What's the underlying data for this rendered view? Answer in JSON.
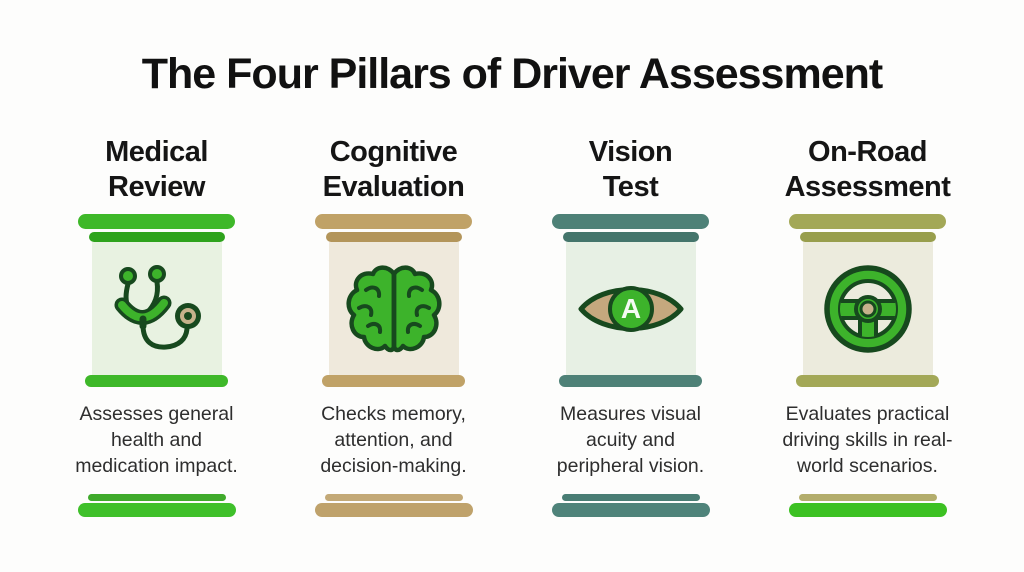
{
  "title": "The Four Pillars of Driver Assessment",
  "pillars": [
    {
      "name": "Medical Review",
      "heading_lines": [
        "Medical",
        "Review"
      ],
      "icon": "stethoscope-icon",
      "description_lines": [
        "Assesses general",
        "health and",
        "medication impact."
      ],
      "colors": {
        "cap": "#3eb829",
        "cap_inner": "#2ea31c",
        "body_bg": "#e8f2e1",
        "underline_thin": "#3faa2b",
        "underline_thick": "#3fc02a"
      }
    },
    {
      "name": "Cognitive Evaluation",
      "heading_lines": [
        "Cognitive",
        "Evaluation"
      ],
      "icon": "brain-icon",
      "description_lines": [
        "Checks memory,",
        "attention, and",
        "decision-making."
      ],
      "colors": {
        "cap": "#c0a267",
        "cap_inner": "#b3955a",
        "body_bg": "#efe9dc",
        "underline_thin": "#c3a977",
        "underline_thick": "#bfa26b"
      }
    },
    {
      "name": "Vision Test",
      "heading_lines": [
        "Vision",
        "Test"
      ],
      "icon": "eye-icon",
      "eye_letter": "A",
      "description_lines": [
        "Measures visual",
        "acuity and",
        "peripheral vision."
      ],
      "colors": {
        "cap": "#4e8177",
        "cap_inner": "#44756b",
        "body_bg": "#e7f0e4",
        "underline_thin": "#497d74",
        "underline_thick": "#4f837a"
      }
    },
    {
      "name": "On-Road Assessment",
      "heading_lines": [
        "On-Road",
        "Assessment"
      ],
      "icon": "steering-wheel-icon",
      "description_lines": [
        "Evaluates practical",
        "driving skills in real-",
        "world scenarios."
      ],
      "colors": {
        "cap": "#a3a857",
        "cap_inner": "#989e4c",
        "body_bg": "#ecebdd",
        "underline_thin": "#b3ad6c",
        "underline_thick": "#3cc122"
      }
    }
  ],
  "icon_colors": {
    "green": "#3db32b",
    "outline": "#17491e",
    "tan": "#c6b28b",
    "sclera": "#c5a87e",
    "letter": "#f4fbf2"
  }
}
